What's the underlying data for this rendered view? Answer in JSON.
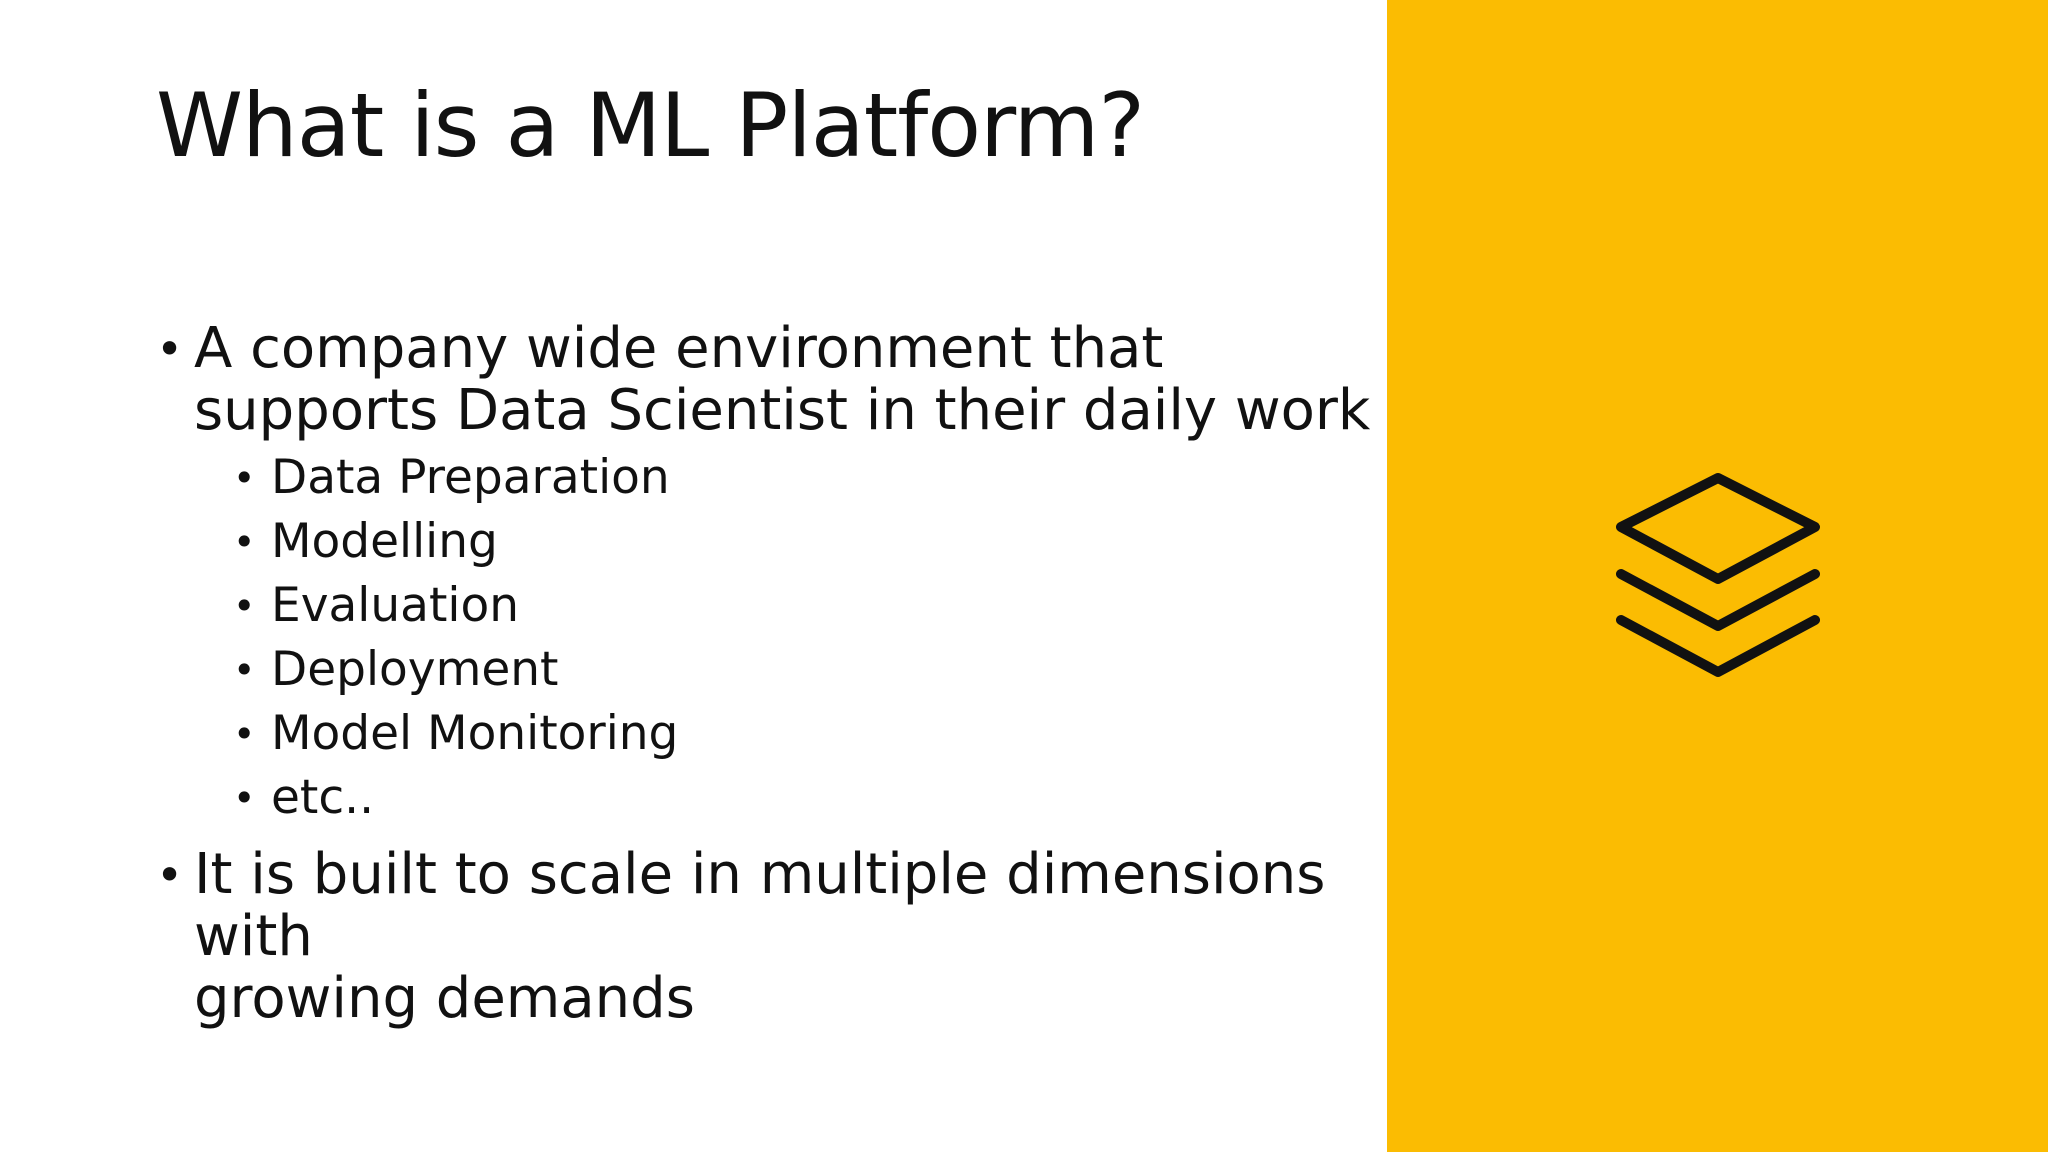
{
  "slide": {
    "title": "What is a ML Platform?",
    "accent_color": "#FBBC02",
    "icon": "layers-icon",
    "bullets": [
      {
        "lines": [
          "A company wide environment that",
          "supports Data Scientist in their daily work"
        ],
        "subitems": [
          "Data Preparation",
          "Modelling",
          "Evaluation",
          "Deployment",
          "Model Monitoring",
          "etc.."
        ]
      },
      {
        "lines": [
          "It is built to scale in multiple dimensions",
          "with",
          "growing demands"
        ],
        "subitems": []
      }
    ]
  }
}
